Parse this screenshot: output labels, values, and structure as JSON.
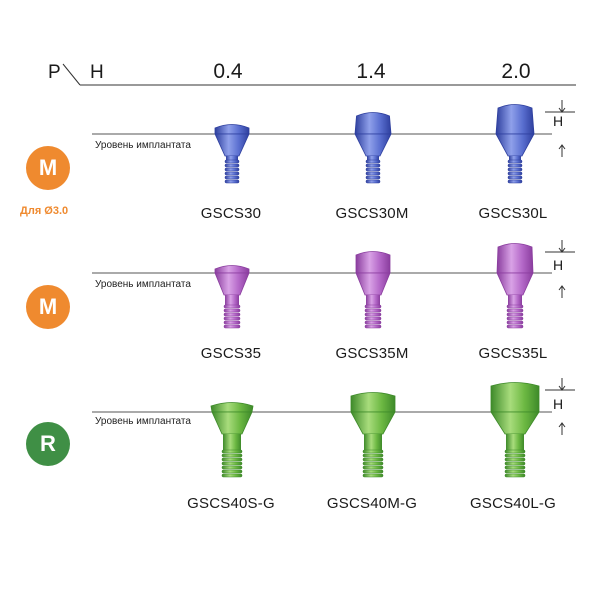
{
  "header": {
    "p_label": "P",
    "h_label": "H",
    "columns": [
      "0.4",
      "1.4",
      "2.0"
    ]
  },
  "rows": [
    {
      "badge": "M",
      "badge_color": "#ef8a2f",
      "badge_note": "Для Ø3.0",
      "level_label": "Уровень имплантата",
      "color": "blue",
      "codes": [
        "GSCS30",
        "GSCS30M",
        "GSCS30L"
      ],
      "h_marker": "H"
    },
    {
      "badge": "M",
      "badge_color": "#ef8a2f",
      "level_label": "Уровень имплантата",
      "color": "purple",
      "codes": [
        "GSCS35",
        "GSCS35M",
        "GSCS35L"
      ],
      "h_marker": "H"
    },
    {
      "badge": "R",
      "badge_color": "#3f8f45",
      "level_label": "Уровень имплантата",
      "color": "green",
      "codes": [
        "GSCS40S-G",
        "GSCS40M-G",
        "GSCS40L-G"
      ],
      "h_marker": "H"
    }
  ],
  "colors": {
    "blue": [
      "#2e3f9e",
      "#5a6fd0",
      "#8fa0ea"
    ],
    "purple": [
      "#8a3d9e",
      "#b468c8",
      "#d9a2e6"
    ],
    "green": [
      "#3e8a2a",
      "#6cb842",
      "#a8dc7c"
    ],
    "orange_badge": "#ef8a2f",
    "green_badge": "#3f8f45"
  }
}
